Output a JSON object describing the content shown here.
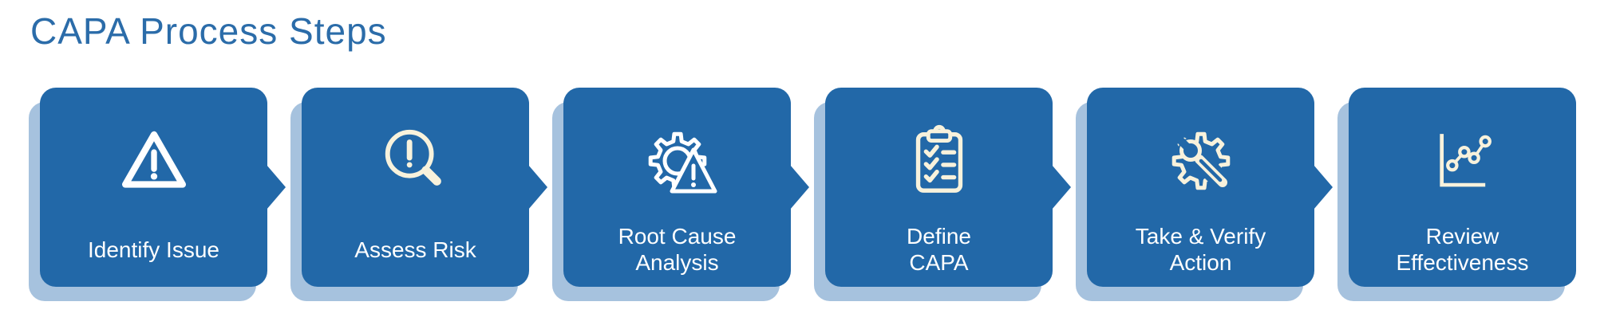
{
  "title": "CAPA Process Steps",
  "colors": {
    "title-blue": "#2B6CA9",
    "box-blue": "#2268A8",
    "shadow-blue": "#A6C2DE",
    "icon-white": "#FFFFFF",
    "icon-cream": "#F8F2DC",
    "label-white": "#FFFFFF"
  },
  "steps": [
    {
      "label": "Identify Issue",
      "icon": "warning-triangle-icon"
    },
    {
      "label": "Assess Risk",
      "icon": "magnifier-alert-icon"
    },
    {
      "label": "Root Cause\nAnalysis",
      "icon": "gear-warning-icon"
    },
    {
      "label": "Define\nCAPA",
      "icon": "clipboard-checklist-icon"
    },
    {
      "label": "Take & Verify\nAction",
      "icon": "gear-wrench-icon"
    },
    {
      "label": "Review\nEffectiveness",
      "icon": "trend-chart-icon"
    }
  ]
}
